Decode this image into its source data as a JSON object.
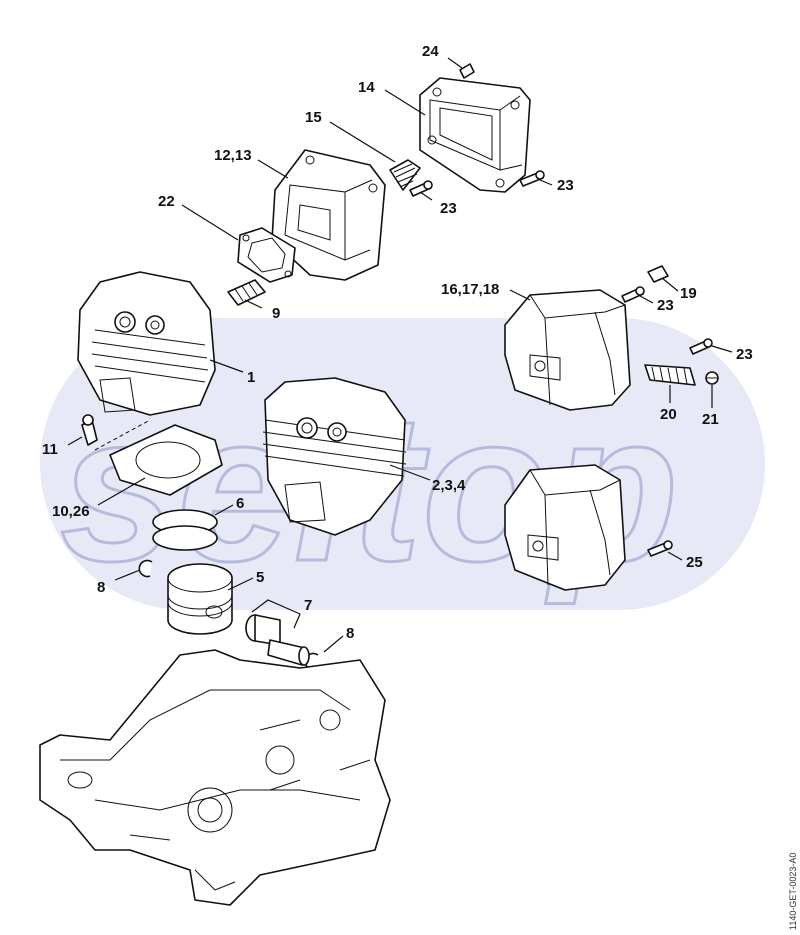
{
  "diagram": {
    "watermark": "seltop",
    "drawing_code": "1140-GET-0023-A0",
    "band_color": "#e8e9f7",
    "callouts": [
      {
        "id": "c24",
        "text": "24"
      },
      {
        "id": "c14",
        "text": "14"
      },
      {
        "id": "c15",
        "text": "15"
      },
      {
        "id": "c1213",
        "text": "12,13"
      },
      {
        "id": "c23a",
        "text": "23"
      },
      {
        "id": "c23b",
        "text": "23"
      },
      {
        "id": "c22",
        "text": "22"
      },
      {
        "id": "c9",
        "text": "9"
      },
      {
        "id": "c1",
        "text": "1"
      },
      {
        "id": "c11",
        "text": "11"
      },
      {
        "id": "c1026",
        "text": "10,26"
      },
      {
        "id": "c234",
        "text": "2,3,4"
      },
      {
        "id": "c6",
        "text": "6"
      },
      {
        "id": "c8a",
        "text": "8"
      },
      {
        "id": "c5",
        "text": "5"
      },
      {
        "id": "c7",
        "text": "7"
      },
      {
        "id": "c8b",
        "text": "8"
      },
      {
        "id": "c161718",
        "text": "16,17,18"
      },
      {
        "id": "c19",
        "text": "19"
      },
      {
        "id": "c23c",
        "text": "23"
      },
      {
        "id": "c23d",
        "text": "23"
      },
      {
        "id": "c20",
        "text": "20"
      },
      {
        "id": "c21",
        "text": "21"
      },
      {
        "id": "c25",
        "text": "25"
      }
    ]
  }
}
